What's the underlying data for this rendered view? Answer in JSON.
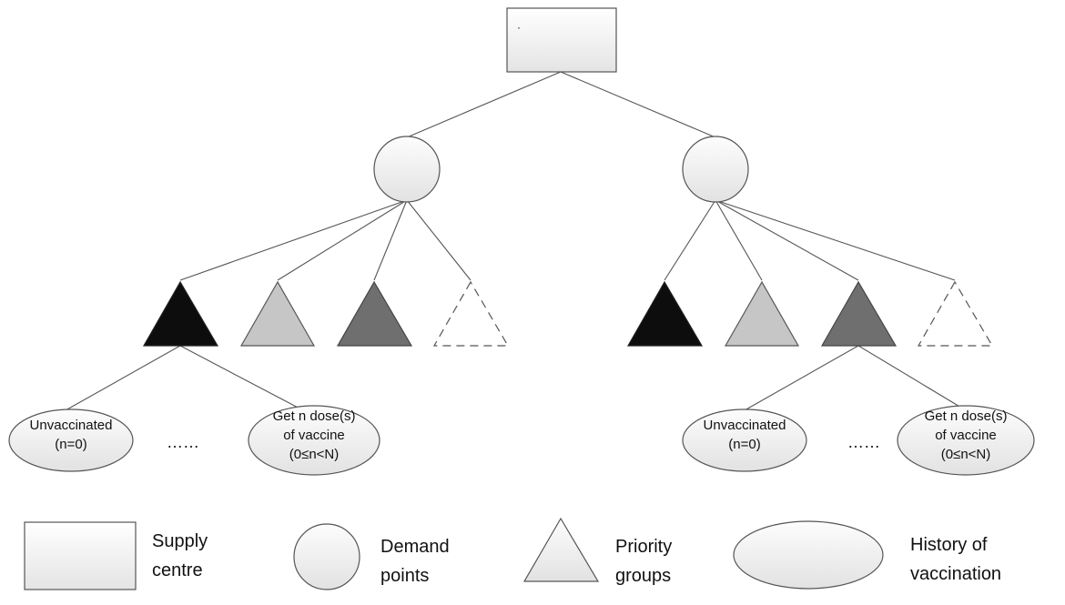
{
  "diagram": {
    "supply_centre_mark": "·",
    "left_history": {
      "unvaccinated": [
        "Unvaccinated",
        "(n=0)"
      ],
      "dosed": [
        "Get n dose(s)",
        "of vaccine",
        "(0≤n<N)"
      ],
      "ellipsis": "……"
    },
    "right_history": {
      "unvaccinated": [
        "Unvaccinated",
        "(n=0)"
      ],
      "dosed": [
        "Get n dose(s)",
        "of vaccine",
        "(0≤n<N)"
      ],
      "ellipsis": "……"
    },
    "priority_group_colors": [
      "#0d0d0d",
      "#c6c6c6",
      "#6f6f6f",
      "#ffffff"
    ]
  },
  "legend": {
    "supply": [
      "Supply",
      "centre"
    ],
    "demand": [
      "Demand",
      "points"
    ],
    "priority": [
      "Priority",
      "groups"
    ],
    "history": [
      "History of",
      "vaccination"
    ]
  }
}
